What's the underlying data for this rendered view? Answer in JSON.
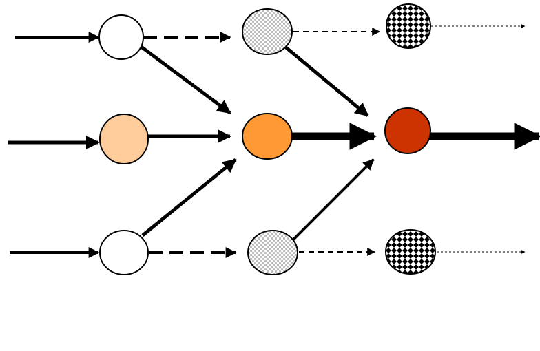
{
  "diagram": {
    "nodes": [
      {
        "id": "n1",
        "fill": "white"
      },
      {
        "id": "n2",
        "fill": "#FECB9A"
      },
      {
        "id": "n3",
        "fill": "white"
      },
      {
        "id": "n4",
        "fill": "small-check-gray"
      },
      {
        "id": "n5",
        "fill": "#FF9933"
      },
      {
        "id": "n6",
        "fill": "small-check-gray"
      },
      {
        "id": "n7",
        "fill": "diamond-check-black"
      },
      {
        "id": "n8",
        "fill": "#CC3300"
      },
      {
        "id": "n9",
        "fill": "diamond-check-black"
      }
    ],
    "edges": [
      {
        "from": "input-top",
        "to": "n1",
        "style": "solid"
      },
      {
        "from": "input-mid",
        "to": "n2",
        "style": "solid"
      },
      {
        "from": "input-bottom",
        "to": "n3",
        "style": "solid"
      },
      {
        "from": "n1",
        "to": "n4",
        "style": "dashed"
      },
      {
        "from": "n1",
        "to": "n5",
        "style": "solid"
      },
      {
        "from": "n2",
        "to": "n5",
        "style": "solid"
      },
      {
        "from": "n3",
        "to": "n5",
        "style": "solid"
      },
      {
        "from": "n3",
        "to": "n6",
        "style": "dashed"
      },
      {
        "from": "n4",
        "to": "n7",
        "style": "dashed"
      },
      {
        "from": "n4",
        "to": "n8",
        "style": "solid"
      },
      {
        "from": "n5",
        "to": "n8",
        "style": "solid-heavy"
      },
      {
        "from": "n6",
        "to": "n8",
        "style": "solid"
      },
      {
        "from": "n6",
        "to": "n9",
        "style": "dashed"
      },
      {
        "from": "n7",
        "to": "output-top",
        "style": "dotted"
      },
      {
        "from": "n8",
        "to": "output-mid",
        "style": "solid-heavy"
      },
      {
        "from": "n9",
        "to": "output-bottom",
        "style": "dotted"
      }
    ]
  }
}
